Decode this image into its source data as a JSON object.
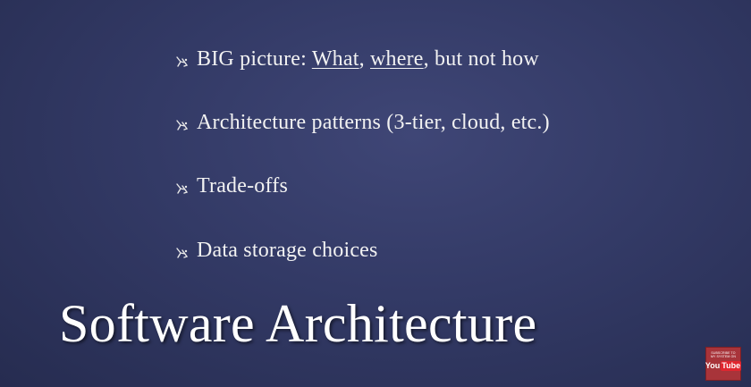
{
  "slide": {
    "title": "Software Architecture",
    "bullets": [
      {
        "icon": "ornate-bullet-icon",
        "parts": {
          "a": "BIG picture: ",
          "b": "What",
          "c": ", ",
          "d": "where",
          "e": ", but not how"
        }
      },
      {
        "icon": "ornate-bullet-icon",
        "text": "Architecture patterns (3-tier, cloud, etc.)"
      },
      {
        "icon": "ornate-bullet-icon",
        "text": "Trade-offs"
      },
      {
        "icon": "ornate-bullet-icon",
        "text": "Data storage choices"
      }
    ]
  },
  "youtube_badge": {
    "line1": "SUBSCRIBE TO",
    "line2": "MY SYSTEM ON",
    "you": "You",
    "tube": "Tube"
  },
  "colors": {
    "background": "#333a66",
    "text": "#f2f2f2",
    "badge": "#a8343a"
  }
}
